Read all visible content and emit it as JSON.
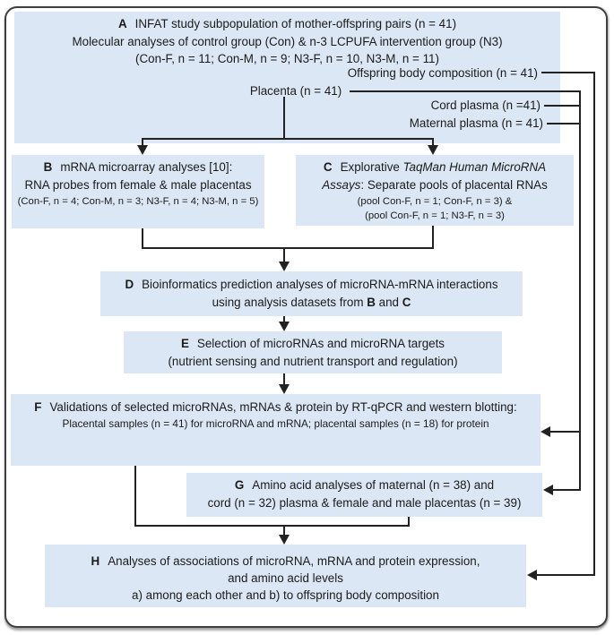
{
  "colors": {
    "box_fill": "#dbe7f4",
    "line": "#222222",
    "frame_border": "#3f3f3f",
    "text": "#1b1b1b"
  },
  "figure": {
    "boxA": {
      "id": "A",
      "line1": "INFAT study subpopulation of mother-offspring pairs (n = 41)",
      "line2": "Molecular analyses of control group (Con) & n-3 LCPUFA intervention group (N3)",
      "line3": "(Con-F, n = 11; Con-M, n = 9; N3-F, n = 10, N3-M, n = 11)",
      "offspring": "Offspring body composition  (n = 41)",
      "placenta": "Placenta (n = 41)",
      "cord": "Cord plasma (n =41)",
      "maternal": "Maternal plasma (n = 41)"
    },
    "boxB": {
      "id": "B",
      "line1": "mRNA microarray analyses [10]:",
      "line2": "RNA probes from female & male placentas",
      "line3": "(Con-F, n = 4; Con-M, n = 3; N3-F, n = 4; N3-M, n = 5)"
    },
    "boxC": {
      "id": "C",
      "line1_pre": "Explorative ",
      "line1_italic": "TaqMan Human MicroRNA",
      "line2_italic": "Assays",
      "line2_rest": ": Separate pools of placental RNAs",
      "line3": "(pool Con-F, n = 1; Con-F, n = 3) &",
      "line4": "(pool Con-F, n = 1; N3-F, n = 3)"
    },
    "boxD": {
      "id": "D",
      "line1": "Bioinformatics prediction analyses of microRNA-mRNA interactions",
      "line2_pre": "using analysis datasets from ",
      "line2_b": "B",
      "line2_mid": " and ",
      "line2_c": "C"
    },
    "boxE": {
      "id": "E",
      "line1": "Selection of microRNAs and microRNA targets",
      "line2": "(nutrient sensing and nutrient transport and regulation)"
    },
    "boxF": {
      "id": "F",
      "line1": "Validations of selected microRNAs, mRNAs & protein by RT-qPCR and western blotting:",
      "line2": "Placental samples (n = 41) for microRNA and mRNA; placental samples (n = 18) for protein"
    },
    "boxG": {
      "id": "G",
      "line1": "Amino acid analyses of maternal (n = 38) and",
      "line2": "cord (n = 32) plasma & female and male placentas (n = 39)"
    },
    "boxH": {
      "id": "H",
      "line1": "Analyses of associations of microRNA, mRNA and protein expression,",
      "line2": "and amino acid levels",
      "line3": "a) among each other and b) to offspring body composition"
    }
  }
}
